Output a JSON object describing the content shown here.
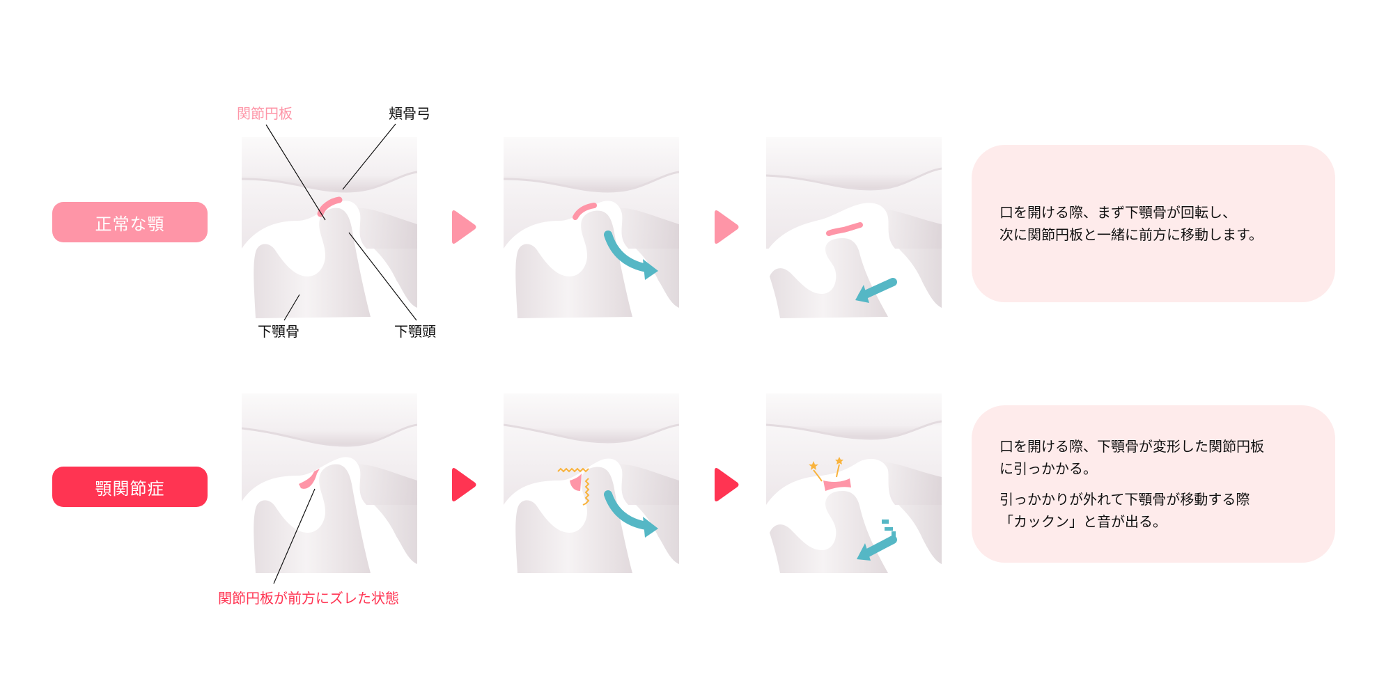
{
  "rows": [
    {
      "badge": "正常な顎",
      "badge_color": "#fe95a7",
      "panel_labels": {
        "disc": "関節円板",
        "zygomatic_arch": "頬骨弓",
        "mandible": "下顎骨",
        "condyle": "下顎頭"
      },
      "description": [
        "口を開ける際、まず下顎骨が回転し、次に関節円板と一緒に前方に移動します。"
      ],
      "description_lines": [
        "口を開ける際、まず下顎骨が回転し、",
        "次に関節円板と一緒に前方に移動します。"
      ]
    },
    {
      "badge": "顎関節症",
      "badge_color": "#ff3452",
      "panel_labels": {
        "disc_displaced": "関節円板が前方にズレた状態"
      },
      "description_lines": [
        "口を開ける際、下顎骨が変形した関節円板",
        "に引っかかる。"
      ],
      "description_lines_2": [
        "引っかかりが外れて下顎骨が移動する際",
        "「カックン」と音が出る。"
      ]
    }
  ],
  "colors": {
    "disc_pink": "#fe95a7",
    "alert_red": "#ff3452",
    "arrow_teal": "#55b7c5",
    "sound_orange": "#f9b33c",
    "desc_bg": "#feebeb",
    "bone_light": "#f6f3f4",
    "bone_shadow": "#d8cfd3"
  },
  "icons": {
    "step_arrow": "triangle-right-icon",
    "motion_arrow": "curved-arrow-icon",
    "sound_effect": "zigzag-icon",
    "impact": "star-burst-icon"
  }
}
